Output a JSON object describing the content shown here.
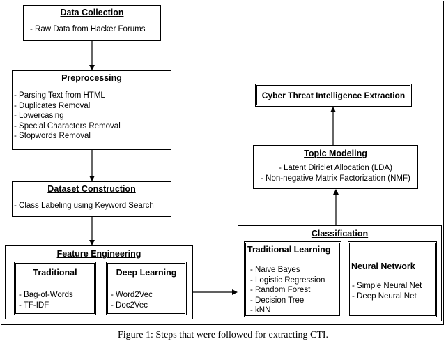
{
  "data_collection": {
    "title": "Data Collection",
    "items": [
      "- Raw Data from Hacker Forums"
    ]
  },
  "preprocessing": {
    "title": "Preprocessing",
    "items": [
      "- Parsing Text from HTML",
      "- Duplicates Removal",
      "- Lowercasing",
      "- Special Characters Removal",
      "- Stopwords Removal"
    ]
  },
  "dataset_construction": {
    "title": "Dataset Construction",
    "items": [
      "- Class Labeling using Keyword Search"
    ]
  },
  "feature_engineering": {
    "title": "Feature Engineering",
    "traditional": {
      "title": "Traditional",
      "items": [
        "- Bag-of-Words",
        "- TF-IDF"
      ]
    },
    "deep_learning": {
      "title": "Deep Learning",
      "items": [
        "- Word2Vec",
        "- Doc2Vec"
      ]
    }
  },
  "classification": {
    "title": "Classification",
    "traditional_learning": {
      "title": "Traditional Learning",
      "items": [
        "- Naive Bayes",
        "- Logistic Regression",
        "- Random Forest",
        "- Decision Tree",
        "- kNN"
      ]
    },
    "neural_network": {
      "title": "Neural Network",
      "items": [
        "- Simple Neural Net",
        "- Deep Neural Net"
      ]
    }
  },
  "topic_modeling": {
    "title": "Topic Modeling",
    "items": [
      "- Latent Diriclet Allocation (LDA)",
      "- Non-negative Matrix Factorization (NMF)"
    ]
  },
  "cti_extraction": {
    "title": "Cyber Threat Intelligence Extraction"
  },
  "caption": "Figure 1: Steps that were followed for extracting CTI."
}
